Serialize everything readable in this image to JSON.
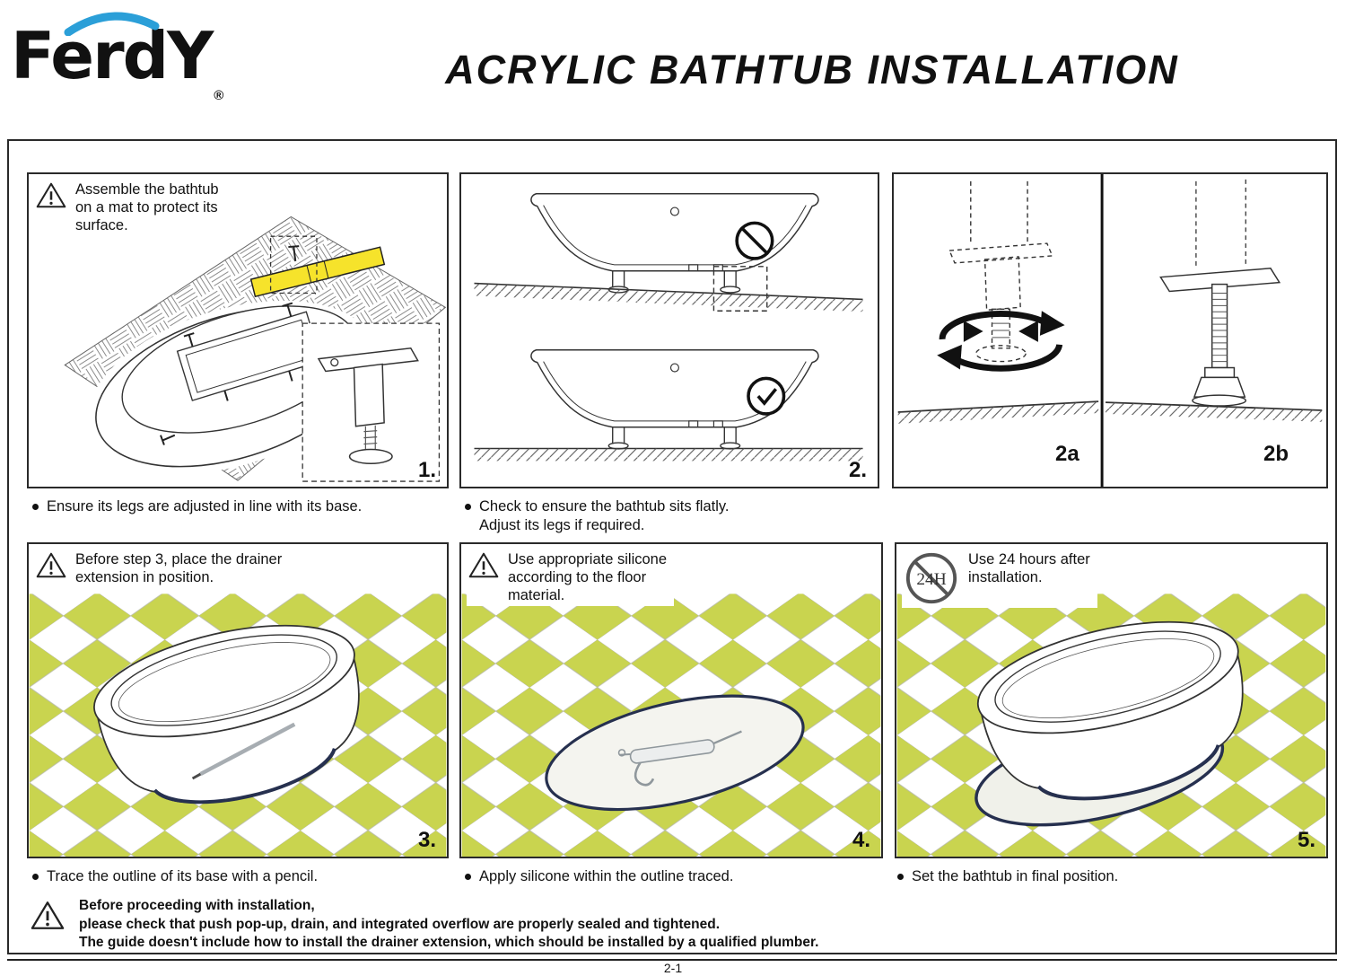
{
  "header": {
    "brand": "FerdY",
    "registered_mark": "®",
    "title": "ACRYLIC BATHTUB INSTALLATION"
  },
  "steps": {
    "step1": {
      "note": "Assemble the bathtub\non a mat to protect its\nsurface.",
      "number": "1.",
      "caption": "Ensure its legs are adjusted in line with its base."
    },
    "step2": {
      "number": "2.",
      "caption": "Check to ensure the bathtub sits flatly.\nAdjust its legs if required."
    },
    "step2a": {
      "label": "2a"
    },
    "step2b": {
      "label": "2b"
    },
    "step3": {
      "note": "Before step 3, place the drainer\nextension in position.",
      "number": "3.",
      "caption": "Trace the outline of its base with a pencil."
    },
    "step4": {
      "note": "Use appropriate silicone\naccording to the floor\nmaterial.",
      "number": "4.",
      "caption": "Apply silicone within the outline traced."
    },
    "step5": {
      "badge": "24H",
      "note": "Use 24 hours after\ninstallation.",
      "number": "5.",
      "caption": "Set the bathtub in final position."
    }
  },
  "footer_warning": "Before proceeding with installation,\nplease check that push pop-up, drain, and integrated overflow are properly sealed and tightened.\nThe guide doesn't include how to install the drainer extension, which should be installed by a qualified plumber.",
  "page_number": "2-1",
  "colors": {
    "logo_blue": "#2b9fd8",
    "level_yellow": "#f6e32b",
    "tile_green": "#c9d44f",
    "outline_navy": "#26304f"
  }
}
